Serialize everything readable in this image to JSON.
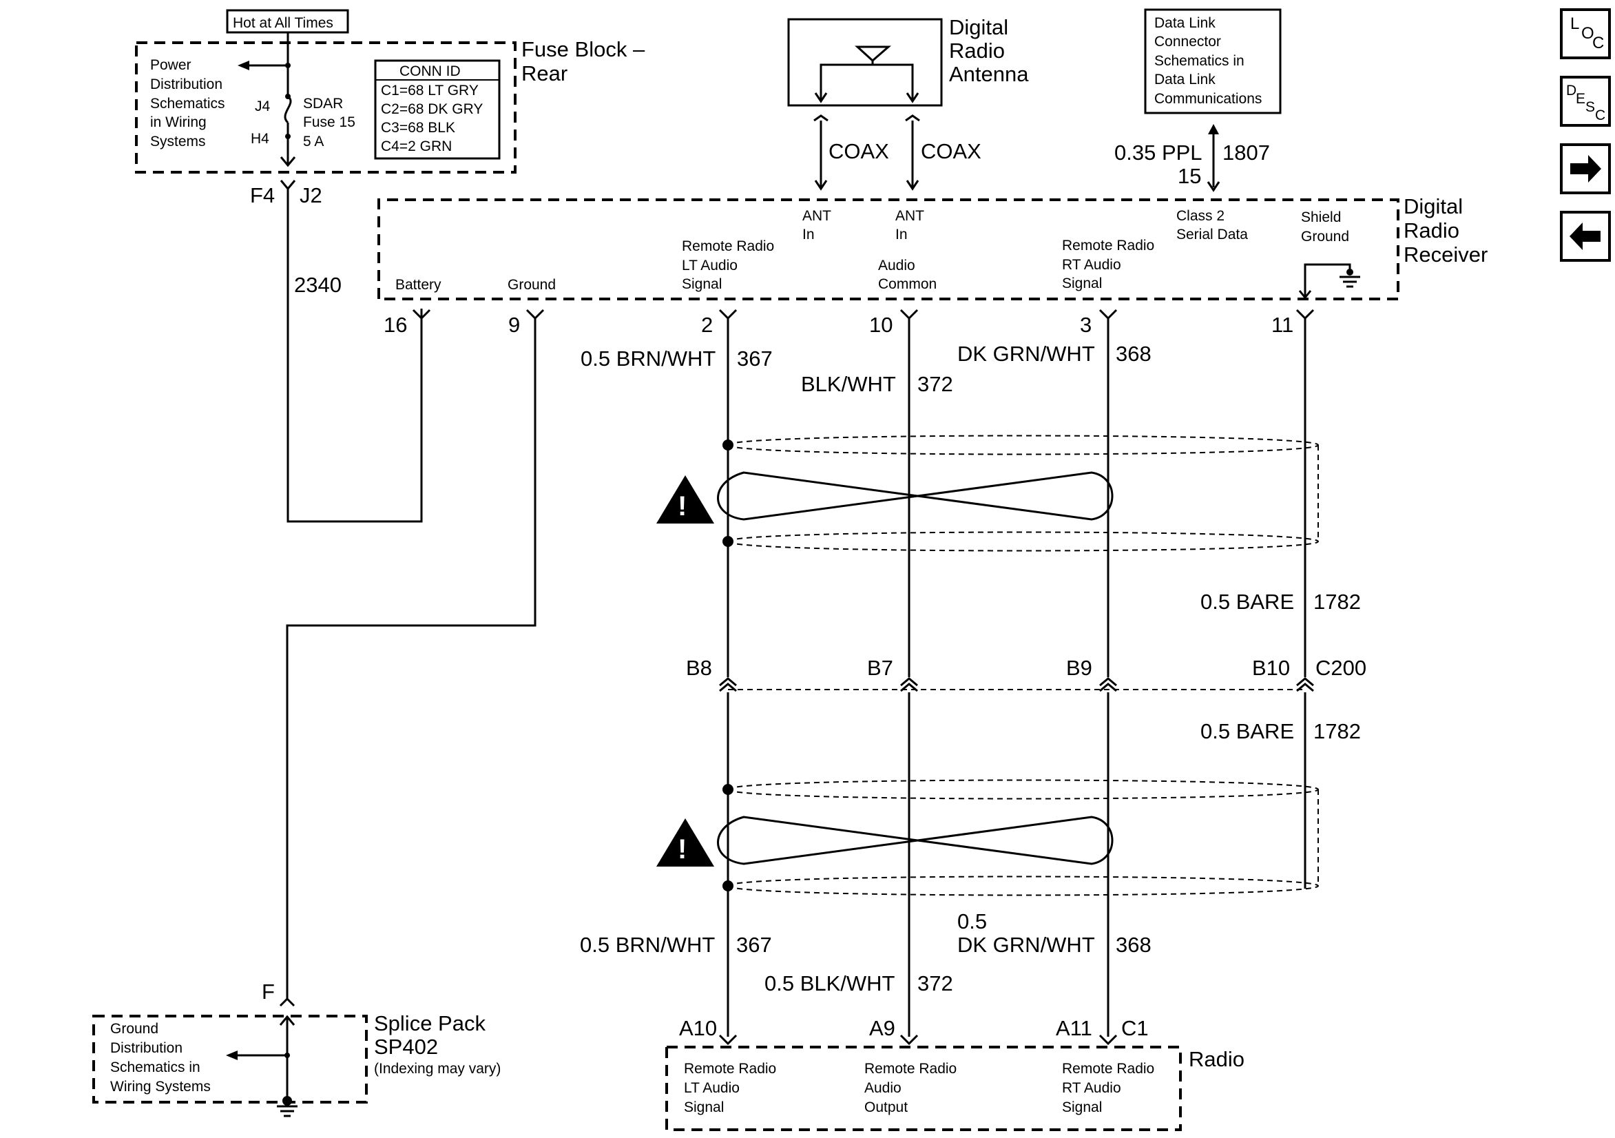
{
  "fuse_block": {
    "hot_label": "Hot at All Times",
    "title_line1": "Fuse Block –",
    "title_line2": "Rear",
    "power_ref": [
      "Power",
      "Distribution",
      "Schematics",
      "in Wiring",
      "Systems"
    ],
    "pin_top": "J4",
    "pin_bottom": "H4",
    "fuse_line1": "SDAR",
    "fuse_line2": "Fuse 15",
    "fuse_line3": "5 A",
    "conn_id_title": "CONN ID",
    "conn_ids": [
      "C1=68 LT GRY",
      "C2=68 DK GRY",
      "C3=68 BLK",
      "C4=2 GRN"
    ],
    "out_pin_f4": "F4",
    "out_pin_j2": "J2",
    "circuit": "2340"
  },
  "antenna": {
    "title": [
      "Digital",
      "Radio",
      "Antenna"
    ],
    "coax_left": "COAX",
    "coax_right": "COAX"
  },
  "dlc": {
    "lines": [
      "Data Link",
      "Connector",
      "Schematics in",
      "Data Link",
      "Communications"
    ],
    "wire_gauge": "0.35 PPL",
    "wire_pin": "15",
    "wire_circuit": "1807"
  },
  "receiver": {
    "title": [
      "Digital",
      "Radio",
      "Receiver"
    ],
    "battery": "Battery",
    "ground": "Ground",
    "lt_audio": [
      "Remote Radio",
      "LT Audio",
      "Signal"
    ],
    "ant_in_1": [
      "ANT",
      "In"
    ],
    "ant_in_2": [
      "ANT",
      "In"
    ],
    "audio_common": [
      "Audio",
      "Common"
    ],
    "rt_audio": [
      "Remote Radio",
      "RT Audio",
      "Signal"
    ],
    "class2": [
      "Class 2",
      "Serial Data"
    ],
    "shield": [
      "Shield",
      "Ground"
    ],
    "pins": [
      "16",
      "9",
      "2",
      "10",
      "3",
      "11"
    ]
  },
  "wires_upper": {
    "brn": "0.5 BRN/WHT",
    "brn_c": "367",
    "blk": "BLK/WHT",
    "blk_c": "372",
    "grn": "DK GRN/WHT",
    "grn_c": "368",
    "bare": "0.5 BARE",
    "bare_c": "1782"
  },
  "c200": {
    "pins": [
      "B8",
      "B7",
      "B9",
      "B10"
    ],
    "name": "C200",
    "bare": "0.5 BARE",
    "bare_c": "1782"
  },
  "wires_lower": {
    "brn": "0.5 BRN/WHT",
    "brn_c": "367",
    "blk": "0.5 BLK/WHT",
    "blk_c": "372",
    "grn_gauge": "0.5",
    "grn": "DK GRN/WHT",
    "grn_c": "368"
  },
  "splice": {
    "pin": "F",
    "title_line1": "Splice Pack",
    "title_line2": "SP402",
    "note": "(Indexing may vary)",
    "ground_ref": [
      "Ground",
      "Distribution",
      "Schematics in",
      "Wiring Systems"
    ]
  },
  "radio": {
    "title": "Radio",
    "pins": [
      "A10",
      "A9",
      "A11",
      "C1"
    ],
    "lt": [
      "Remote Radio",
      "LT Audio",
      "Signal"
    ],
    "out": [
      "Remote Radio",
      "Audio",
      "Output"
    ],
    "rt": [
      "Remote Radio",
      "RT Audio",
      "Signal"
    ]
  },
  "nav": {
    "loc": [
      "L",
      "O",
      "C"
    ],
    "desc": [
      "D",
      "E",
      "S",
      "C"
    ]
  }
}
